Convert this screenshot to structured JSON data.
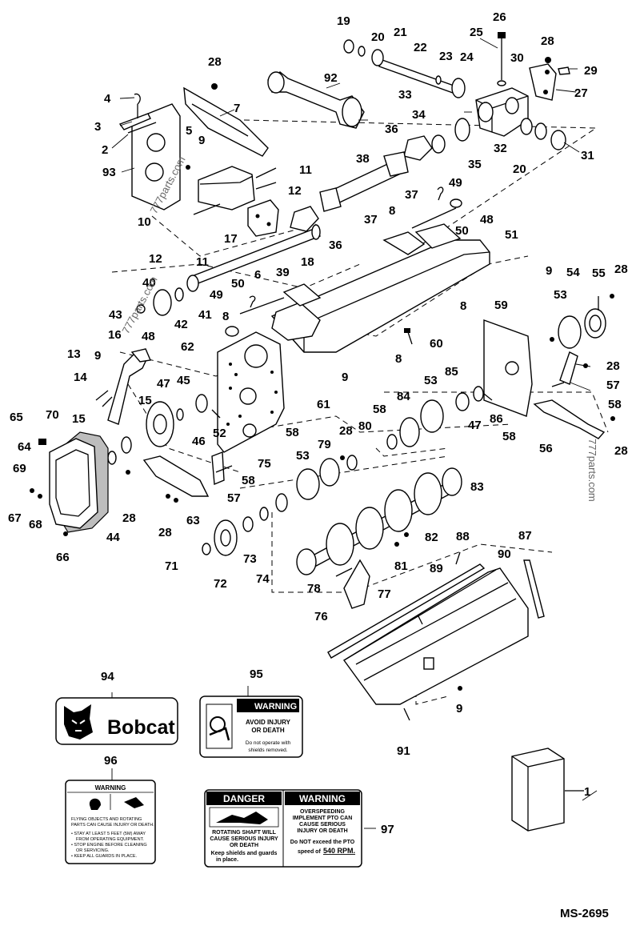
{
  "diagram_id": "MS-2695",
  "watermark": "777parts.com",
  "callouts": [
    "1",
    "2",
    "3",
    "4",
    "5",
    "6",
    "7",
    "8",
    "9",
    "10",
    "11",
    "12",
    "13",
    "14",
    "15",
    "16",
    "17",
    "18",
    "19",
    "20",
    "21",
    "22",
    "23",
    "24",
    "25",
    "26",
    "27",
    "28",
    "29",
    "30",
    "31",
    "32",
    "33",
    "34",
    "35",
    "36",
    "37",
    "38",
    "39",
    "40",
    "41",
    "42",
    "43",
    "44",
    "45",
    "46",
    "47",
    "48",
    "49",
    "50",
    "51",
    "52",
    "53",
    "54",
    "55",
    "56",
    "57",
    "58",
    "59",
    "60",
    "61",
    "62",
    "63",
    "64",
    "65",
    "66",
    "67",
    "68",
    "69",
    "70",
    "71",
    "72",
    "73",
    "74",
    "75",
    "76",
    "77",
    "78",
    "79",
    "80",
    "81",
    "82",
    "83",
    "84",
    "85",
    "86",
    "87",
    "88",
    "89",
    "90",
    "91",
    "92",
    "93",
    "94",
    "95",
    "96",
    "97"
  ],
  "decal_94": {
    "brand": "Bobcat"
  },
  "decal_95": {
    "header": "WARNING",
    "line1": "AVOID INJURY",
    "line2": "OR DEATH",
    "line3": "Do not operate with",
    "line4": "shields removed."
  },
  "decal_96": {
    "header": "WARNING",
    "line1": "FLYING OBJECTS AND ROTATING",
    "line2": "PARTS CAN CAUSE INJURY OR DEATH.",
    "line3": "• STAY AT LEAST 5 FEET (5M) AWAY",
    "line4": "FROM OPERATING EQUIPMENT.",
    "line5": "• STOP ENGINE BEFORE CLEANING",
    "line6": "OR SERVICING.",
    "line7": "• KEEP ALL GUARDS IN PLACE."
  },
  "decal_97": {
    "danger_header": "DANGER",
    "danger_line1": "ROTATING SHAFT WILL",
    "danger_line2": "CAUSE SERIOUS INJURY",
    "danger_line3": "OR DEATH",
    "danger_line4": "Keep shields and guards",
    "danger_line5": "in place.",
    "warning_header": "WARNING",
    "warning_line1": "OVERSPEEDING",
    "warning_line2": "IMPLEMENT PTO CAN",
    "warning_line3": "CAUSE SERIOUS",
    "warning_line4": "INJURY OR DEATH",
    "warning_line5": "Do NOT exceed the PTO",
    "warning_line6": "speed of",
    "warning_speed": "540 RPM."
  }
}
